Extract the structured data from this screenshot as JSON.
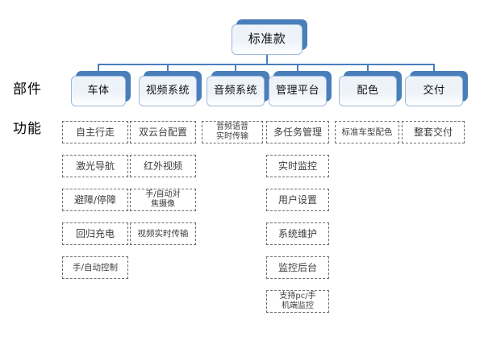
{
  "diagram": {
    "title_node": {
      "label": "标准款"
    },
    "row_labels": {
      "parts": "部件",
      "functions": "功能"
    },
    "accent_color": "#4a7ebb",
    "node_face_color": "#eef3f9",
    "dashed_border_color": "#6e6e6e",
    "columns": [
      {
        "id": "vehicle-body",
        "label": "车体",
        "functions": [
          "自主行走",
          "激光导航",
          "避障/停障",
          "回归充电",
          "手/自动控制"
        ]
      },
      {
        "id": "video-system",
        "label": "视频系统",
        "functions": [
          "双云台配置",
          "红外视频",
          "手/自动对\n焦摄像",
          "视频实时传输"
        ]
      },
      {
        "id": "audio-system",
        "label": "音频系统",
        "functions": [
          "音频语音\n实时传输"
        ]
      },
      {
        "id": "management-platform",
        "label": "管理平台",
        "functions": [
          "多任务管理",
          "实时监控",
          "用户设置",
          "系统维护",
          "监控后台",
          "支持pc/手\n机端监控"
        ]
      },
      {
        "id": "color-scheme",
        "label": "配色",
        "functions": [
          "标准车型配色"
        ]
      },
      {
        "id": "delivery",
        "label": "交付",
        "functions": [
          "整套交付"
        ]
      }
    ]
  }
}
